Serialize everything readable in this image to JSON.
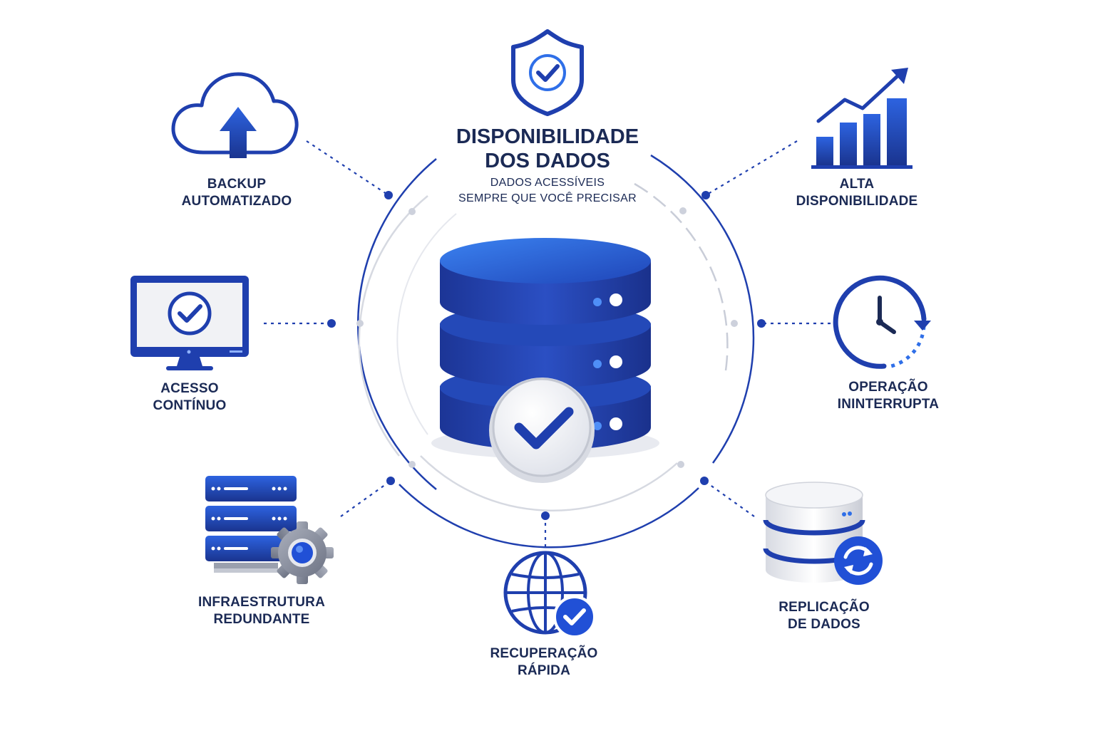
{
  "header": {
    "title_line1": "DISPONIBILIDADE",
    "title_line2": "DOS DADOS",
    "subtitle_line1": "DADOS ACESSÍVEIS",
    "subtitle_line2": "SEMPRE QUE VOCÊ PRECISAR"
  },
  "features": {
    "backup": {
      "line1": "BACKUP",
      "line2": "AUTOMATIZADO",
      "icon": "cloud-upload-icon"
    },
    "alta": {
      "line1": "ALTA",
      "line2": "DISPONIBILIDADE",
      "icon": "growth-chart-icon"
    },
    "acesso": {
      "line1": "ACESSO",
      "line2": "CONTÍNUO",
      "icon": "monitor-check-icon"
    },
    "operacao": {
      "line1": "OPERAÇÃO",
      "line2": "ININTERRUPTA",
      "icon": "clock-icon"
    },
    "infra": {
      "line1": "INFRAESTRUTURA",
      "line2": "REDUNDANTE",
      "icon": "server-gear-icon"
    },
    "replicacao": {
      "line1": "REPLICAÇÃO",
      "line2": "DE DADOS",
      "icon": "database-sync-icon"
    },
    "recuperacao": {
      "line1": "RECUPERAÇÃO",
      "line2": "RÁPIDA",
      "icon": "globe-check-icon"
    }
  },
  "center": {
    "icon": "database-check-icon",
    "top_icon": "shield-check-icon"
  },
  "colors": {
    "primary": "#1f3fae",
    "accent": "#2f6fe8",
    "dark_text": "#1b2a55",
    "light_ring": "#c9cdd8"
  }
}
